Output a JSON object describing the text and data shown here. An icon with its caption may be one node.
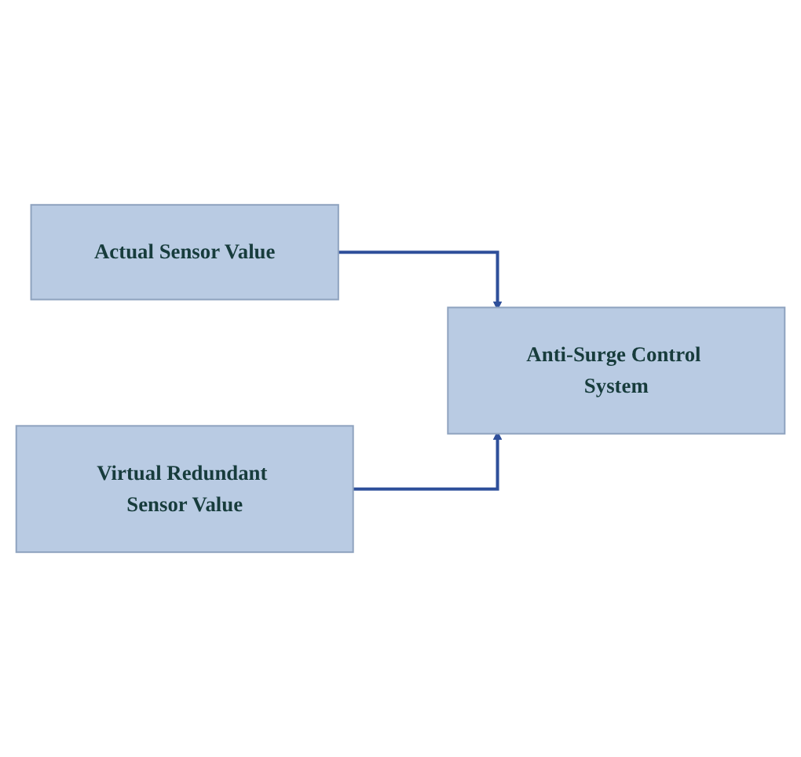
{
  "diagram": {
    "nodes": [
      {
        "text": [
          "Actual Sensor Value"
        ]
      },
      {
        "text": [
          "Anti-Surge Control System"
        ]
      },
      {
        "text": [
          "Virtual Redundant Sensor Value"
        ]
      }
    ],
    "edges": [
      {
        "from": 0,
        "to": 1,
        "arrow": "to"
      },
      {
        "from": 2,
        "to": 1,
        "arrow": "to"
      }
    ]
  }
}
